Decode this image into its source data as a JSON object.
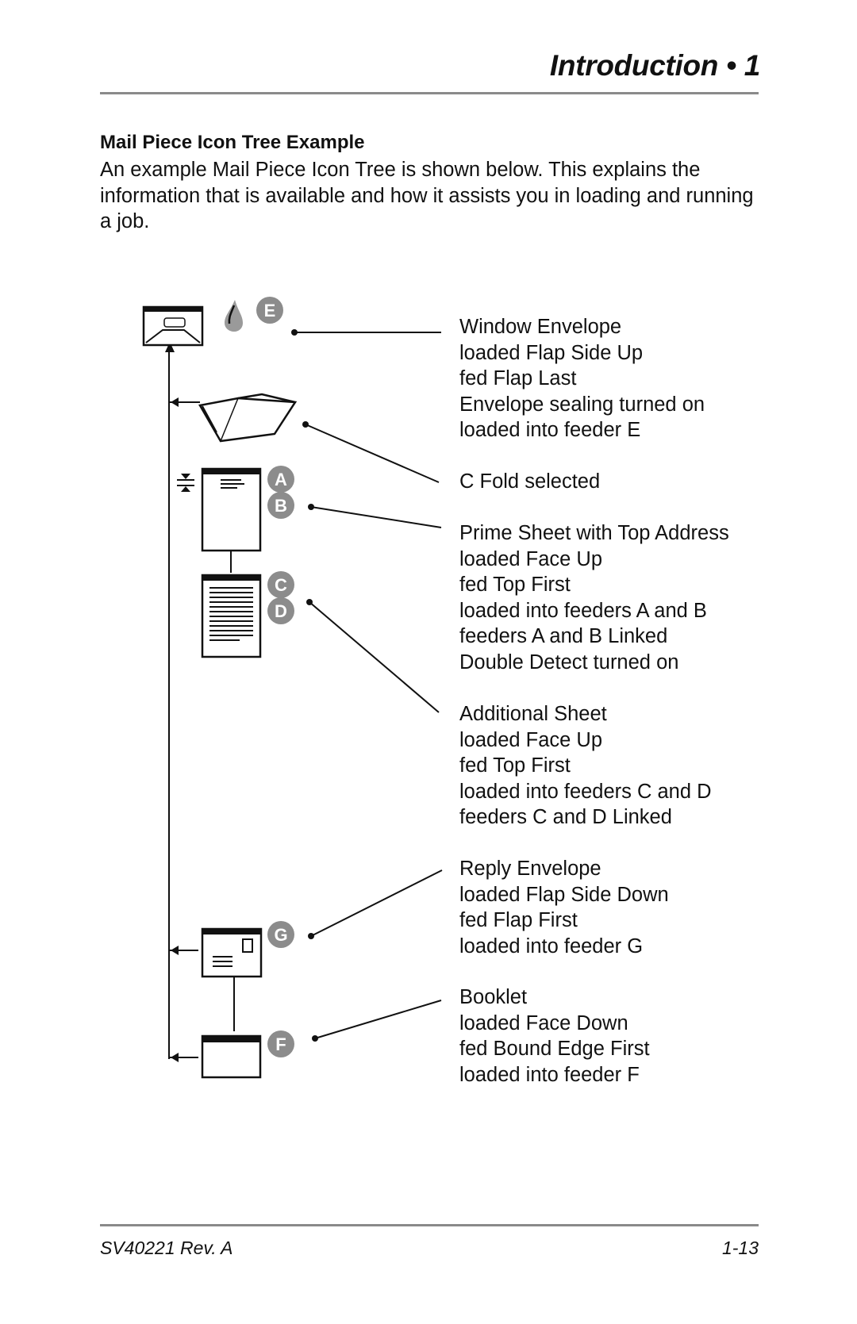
{
  "header": {
    "title": "Introduction • 1"
  },
  "section": {
    "heading": "Mail Piece Icon Tree Example",
    "intro": "An example Mail Piece Icon Tree is shown below. This explains the information that is available and how it assists you in loading and running a job."
  },
  "icon_tree": {
    "badges": {
      "e": "E",
      "a": "A",
      "b": "B",
      "c": "C",
      "d": "D",
      "g": "G",
      "f": "F"
    },
    "callouts": [
      {
        "lines": [
          "Window Envelope",
          "loaded Flap Side Up",
          "fed Flap Last",
          "Envelope sealing turned on",
          "loaded into feeder E"
        ]
      },
      {
        "lines": [
          "C Fold selected"
        ]
      },
      {
        "lines": [
          "Prime Sheet with Top Address",
          "loaded Face Up",
          "fed Top First",
          "loaded into feeders A and B",
          "feeders A and B Linked",
          "Double Detect turned on"
        ]
      },
      {
        "lines": [
          "Additional Sheet",
          "loaded Face Up",
          "fed Top First",
          "loaded into feeders C and D",
          "feeders C and D Linked"
        ]
      },
      {
        "lines": [
          "Reply Envelope",
          "loaded Flap Side Down",
          "fed Flap First",
          "loaded into feeder G"
        ]
      },
      {
        "lines": [
          "Booklet",
          "loaded Face Down",
          "fed Bound Edge First",
          "loaded into feeder F"
        ]
      }
    ]
  },
  "footer": {
    "doc_id": "SV40221 Rev. A",
    "page": "1-13"
  },
  "colors": {
    "badge": "#8c8c8c",
    "rule": "#8a8a8a",
    "ink": "#111111"
  }
}
